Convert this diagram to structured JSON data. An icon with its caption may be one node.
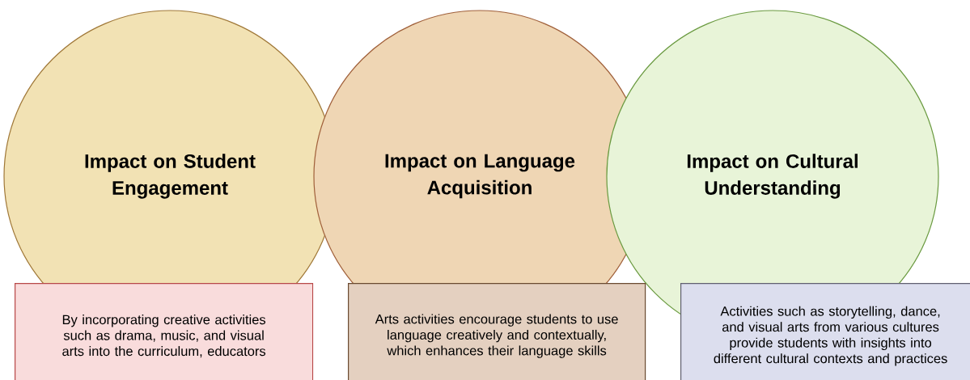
{
  "diagram": {
    "nodes": [
      {
        "text": [
          "Impact on Student Engagement"
        ]
      },
      {
        "text": [
          "Impact on Language Acquisition"
        ]
      },
      {
        "text": [
          "Impact on Cultural Understanding"
        ]
      },
      {
        "text": [
          "By incorporating creative activities such as drama, music, and visual arts into the curriculum, educators"
        ]
      },
      {
        "text": [
          "Arts activities encourage students to use language creatively and contextually, which enhances their language skills"
        ]
      },
      {
        "text": [
          "Activities such as storytelling, dance, and visual arts from various cultures provide students with insights into different cultural contexts and practices"
        ]
      }
    ]
  }
}
